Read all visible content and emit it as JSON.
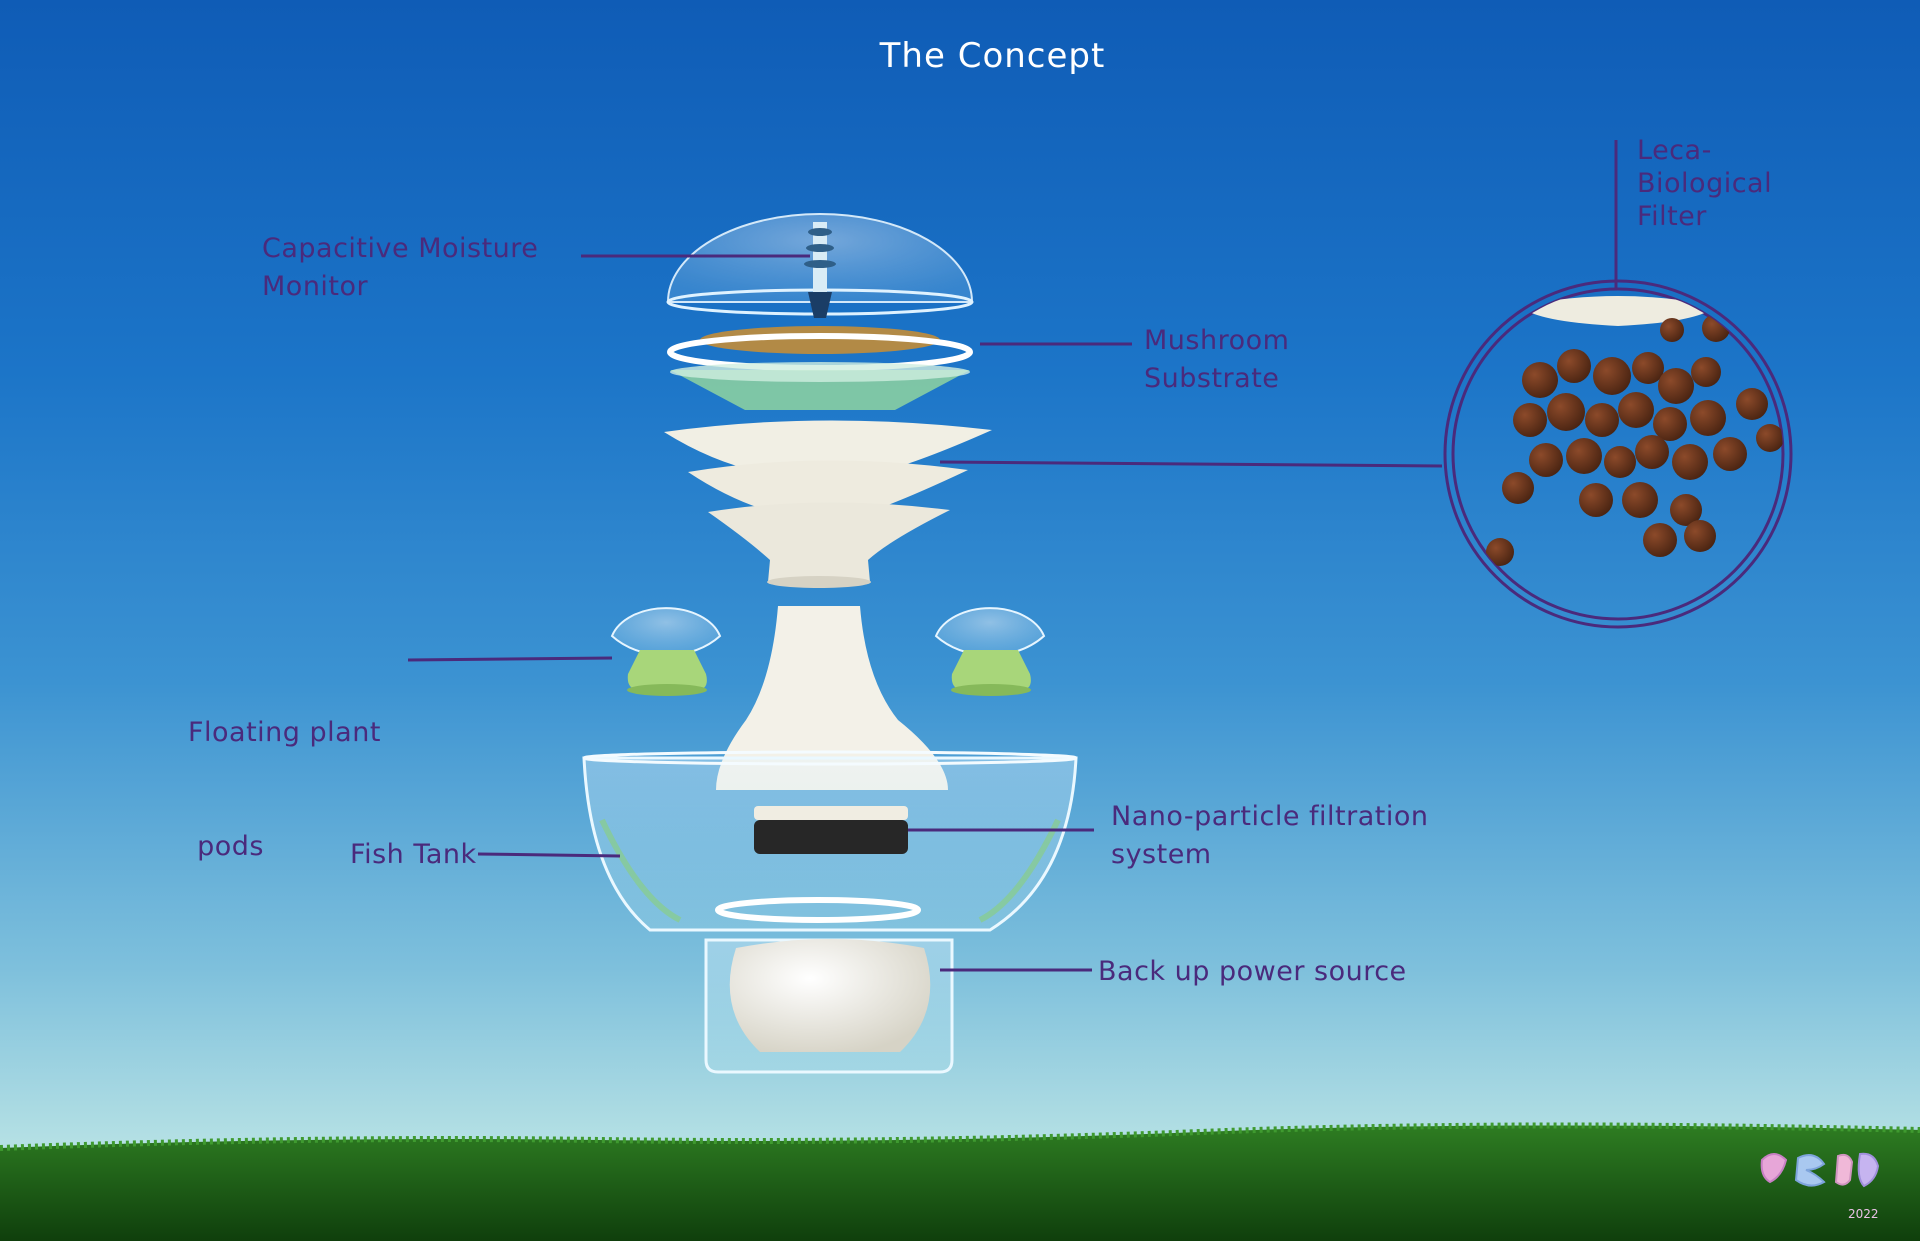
{
  "title": "The Concept",
  "labels": {
    "moisture": {
      "line1": "Capacitive Moisture",
      "line2": "Monitor"
    },
    "mushroom": {
      "line1": "Mushroom",
      "line2": "Substrate"
    },
    "leca": {
      "line1": "Leca-",
      "line2": "Biological",
      "line3": "Filter"
    },
    "pods": {
      "line1": "Floating plant",
      "line2": " pods"
    },
    "tank": {
      "line1": "Fish Tank"
    },
    "nano": {
      "line1": "Nano-particle filtration",
      "line2": "system"
    },
    "power": {
      "line1": "Back up power source"
    }
  },
  "logo": {
    "year": "2022"
  },
  "colors": {
    "label": "#4a2a7c",
    "leader": "#4a2a7c",
    "title": "#ffffff",
    "sky_top": "#0f5cb6",
    "sky_bottom": "#cdebe8",
    "grass": "#1f6b1c",
    "leca_ball": "#6a3620",
    "pod_green": "#a8d67a"
  }
}
